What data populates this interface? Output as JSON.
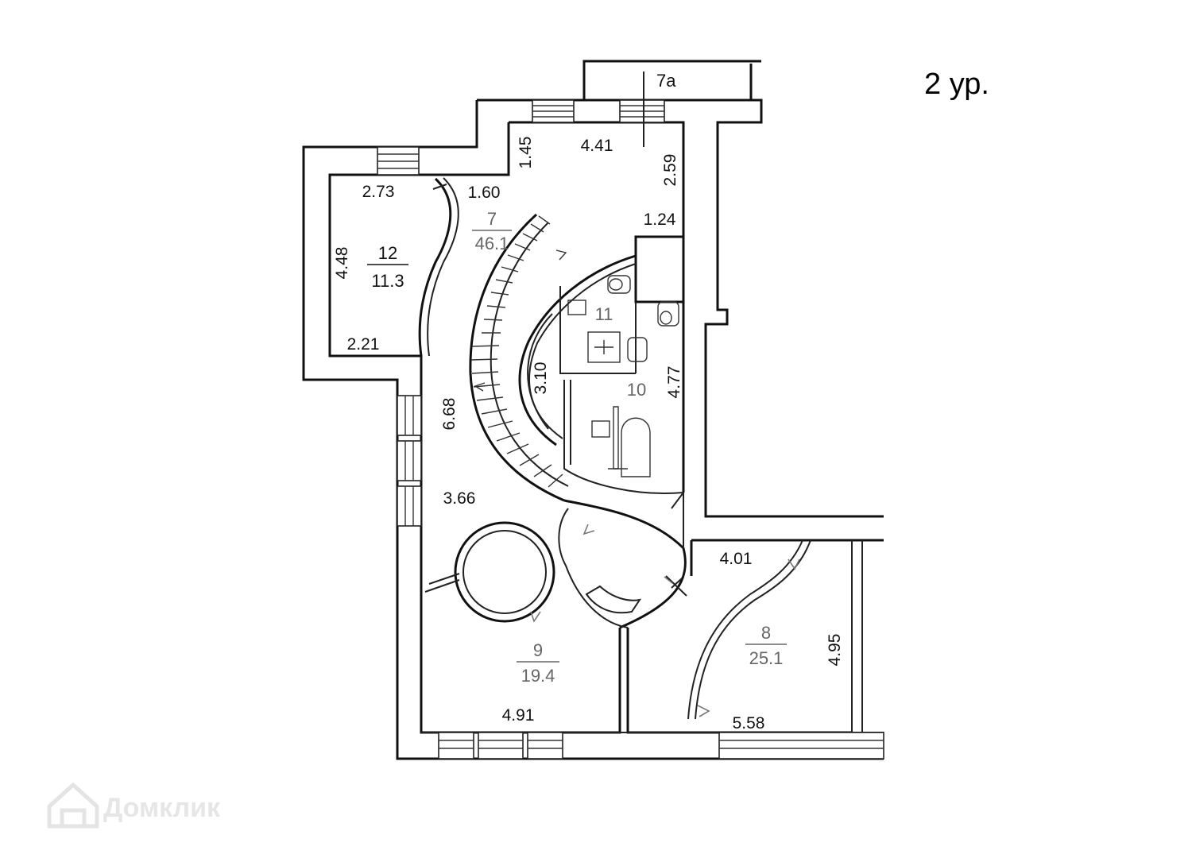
{
  "level_label": "2 ур.",
  "watermark": "Домклик",
  "rooms": [
    {
      "id": "r7a",
      "number": "7а"
    },
    {
      "id": "r7",
      "number": "7",
      "area": "46.1"
    },
    {
      "id": "r8",
      "number": "8",
      "area": "25.1"
    },
    {
      "id": "r9",
      "number": "9",
      "area": "19.4"
    },
    {
      "id": "r10",
      "number": "10"
    },
    {
      "id": "r11",
      "number": "11"
    },
    {
      "id": "r12",
      "number": "12",
      "area": "11.3"
    }
  ],
  "dimensions": [
    "4.41",
    "1.45",
    "2.59",
    "1.24",
    "2.73",
    "1.60",
    "4.48",
    "2.21",
    "6.68",
    "3.10",
    "4.77",
    "3.66",
    "4.01",
    "4.95",
    "4.91",
    "5.58"
  ]
}
